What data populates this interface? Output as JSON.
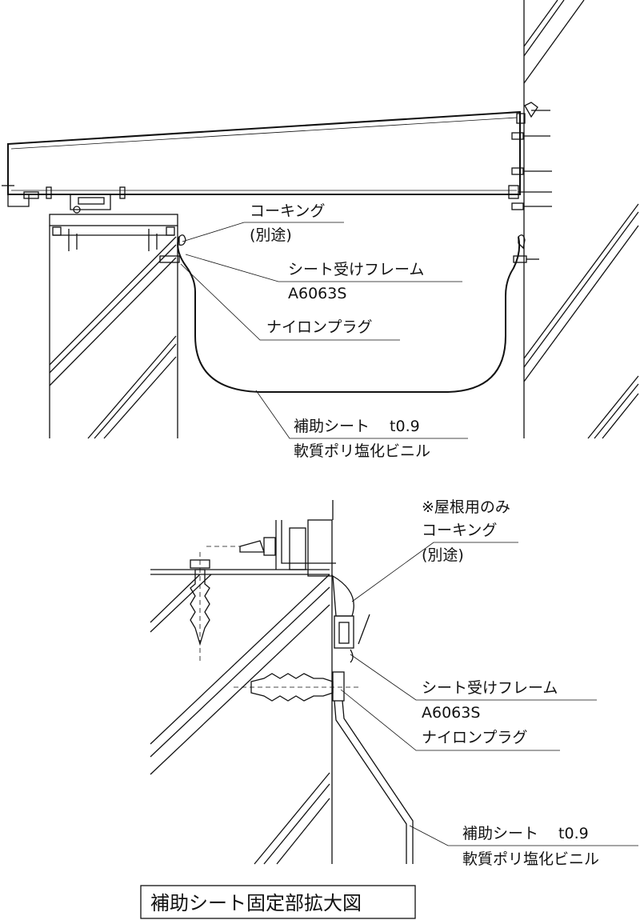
{
  "colors": {
    "line": "#111111",
    "background": "#ffffff"
  },
  "top_view": {
    "labels": {
      "caulking": "コーキング",
      "caulking_note": "(別途)",
      "frame": "シート受けフレーム",
      "frame_material": "A6063S",
      "plug": "ナイロンプラグ",
      "sheet": "補助シート　 t0.9",
      "sheet_material": "軟質ポリ塩化ビニル"
    }
  },
  "detail_view": {
    "labels": {
      "roof_only": "※屋根用のみ",
      "caulking": "コーキング",
      "caulking_note": "(別途)",
      "frame": "シート受けフレーム",
      "frame_material": "A6063S",
      "plug": "ナイロンプラグ",
      "sheet": "補助シート　 t0.9",
      "sheet_material": "軟質ポリ塩化ビニル"
    }
  },
  "caption": "補助シート固定部拡大図"
}
